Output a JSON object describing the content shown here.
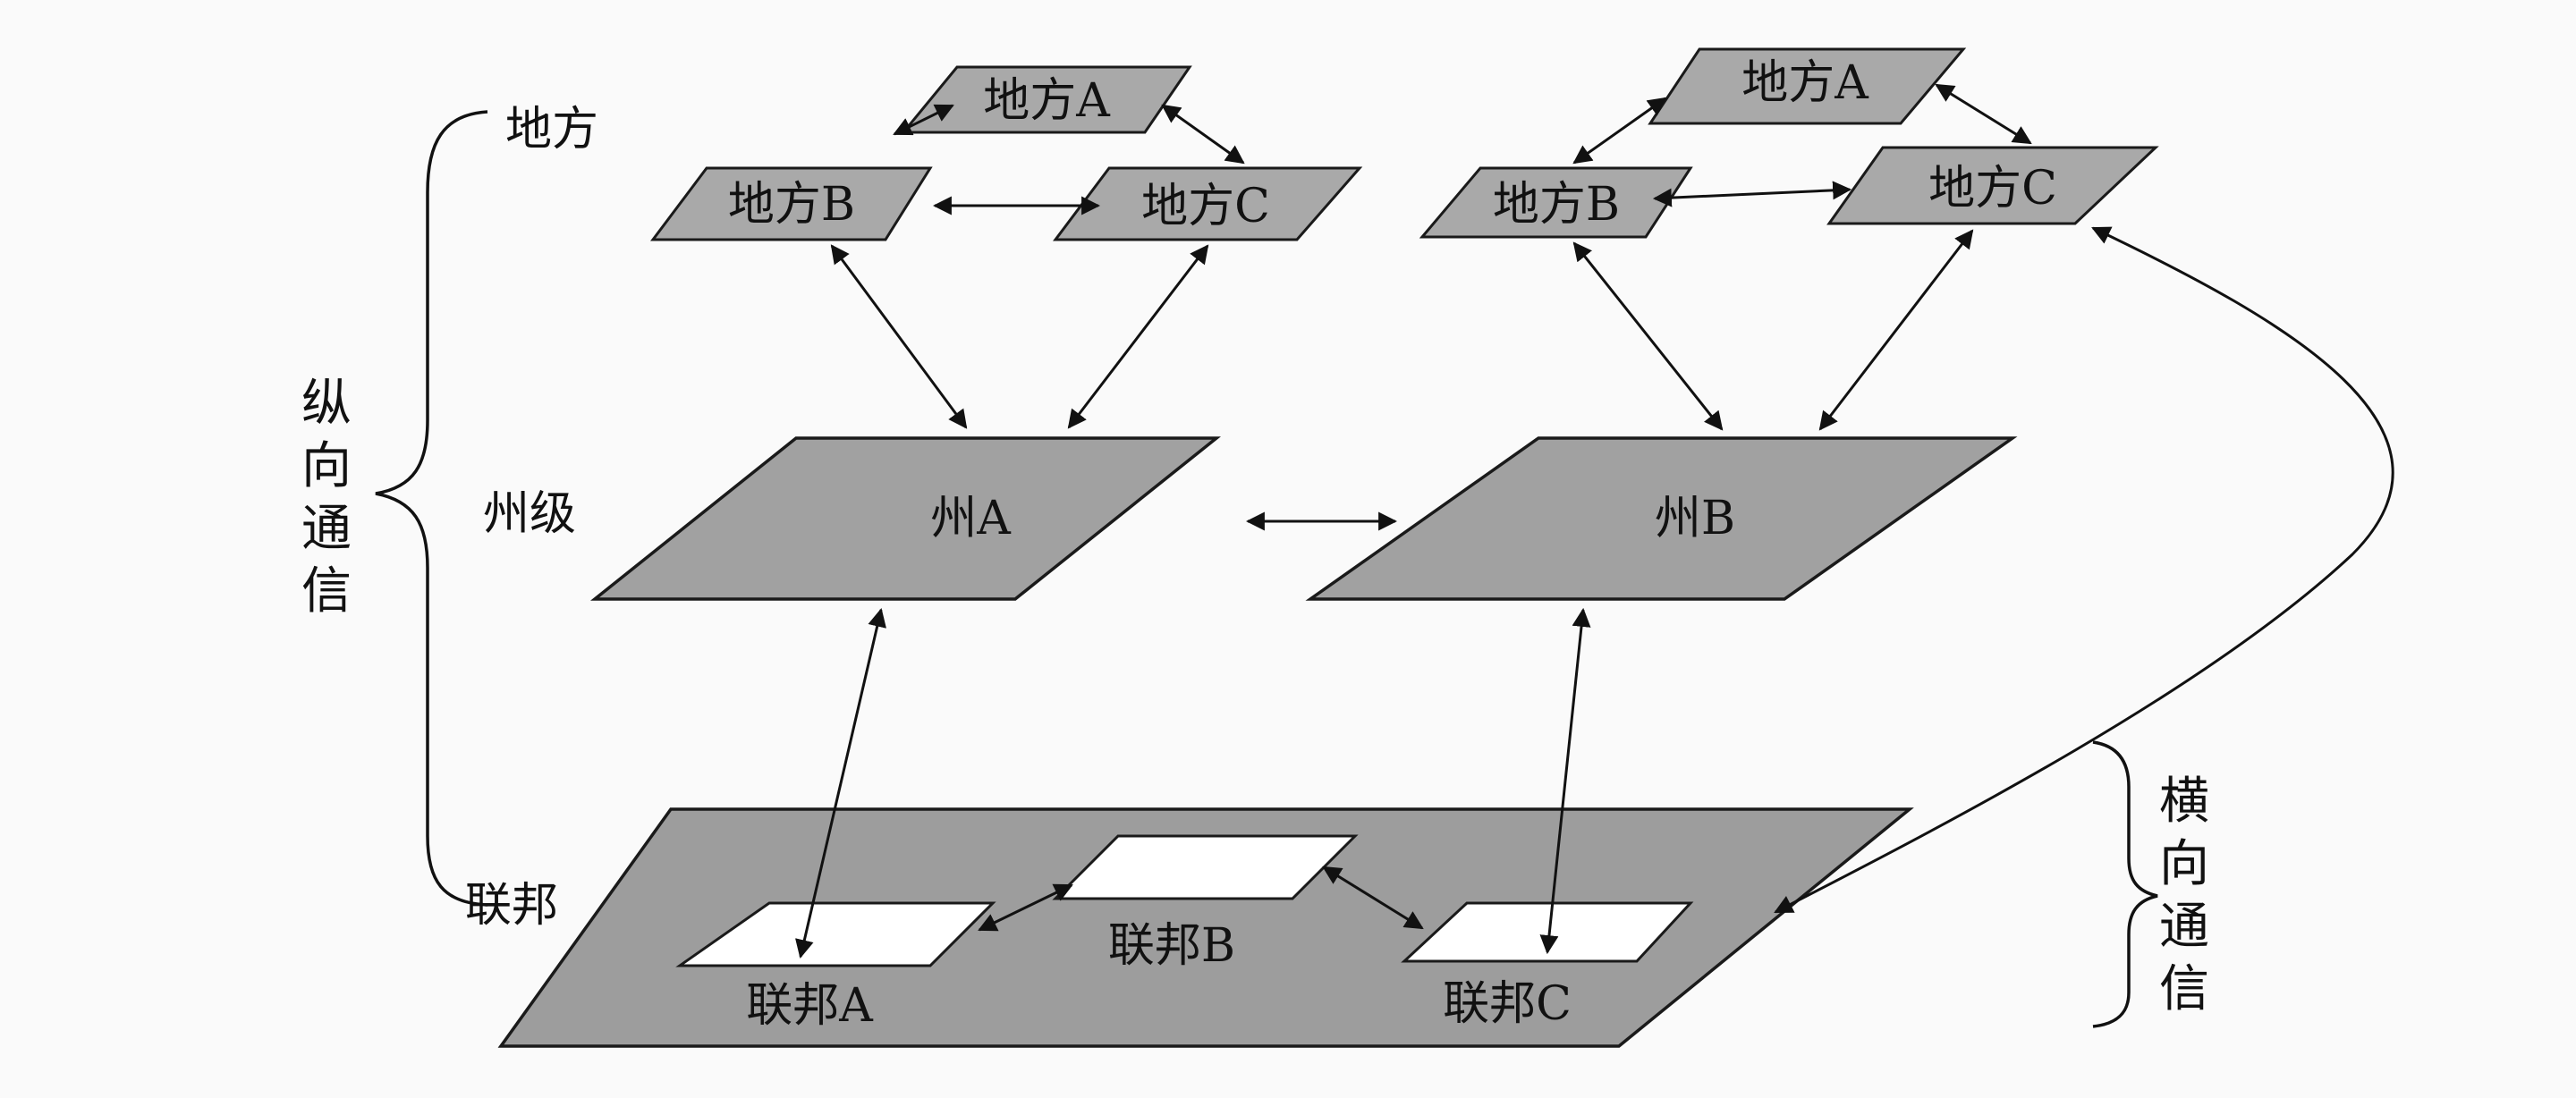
{
  "levels": {
    "local": "地方",
    "state": "州级",
    "federal": "联邦"
  },
  "local_group_1": {
    "a": "地方A",
    "b": "地方B",
    "c": "地方C"
  },
  "local_group_2": {
    "a": "地方A",
    "b": "地方B",
    "c": "地方C"
  },
  "states": {
    "a": "州A",
    "b": "州B"
  },
  "federal_units": {
    "a": "联邦A",
    "b": "联邦B",
    "c": "联邦C"
  },
  "braces": {
    "vertical": [
      "纵",
      "向",
      "通",
      "信"
    ],
    "horizontal": [
      "横",
      "向",
      "通",
      "信"
    ]
  },
  "colors": {
    "plane_fill": "#a9a9a9",
    "inner_fill": "#ffffff",
    "line": "#111111"
  }
}
